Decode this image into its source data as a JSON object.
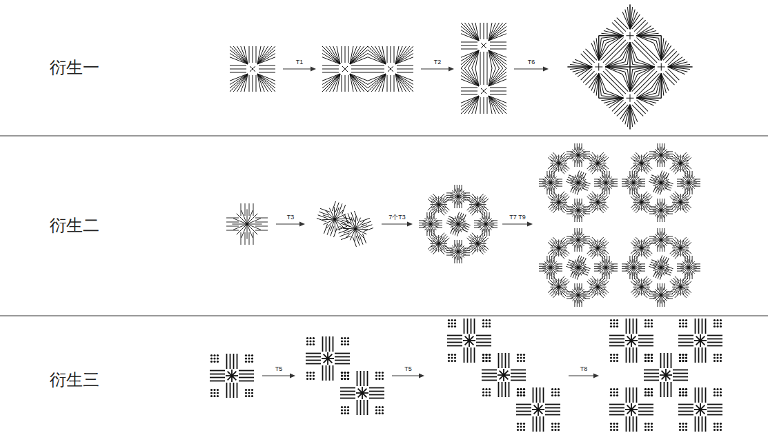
{
  "diagram": {
    "nodes": [
      {
        "text": [
          "衍生一"
        ]
      },
      {
        "text": [
          "衍生二"
        ]
      },
      {
        "text": [
          "衍生三"
        ]
      }
    ],
    "labels": [
      "T1",
      "T2",
      "T6",
      "T3",
      "7个T3",
      "T7 T9",
      "T5",
      "T5",
      "T8"
    ]
  }
}
